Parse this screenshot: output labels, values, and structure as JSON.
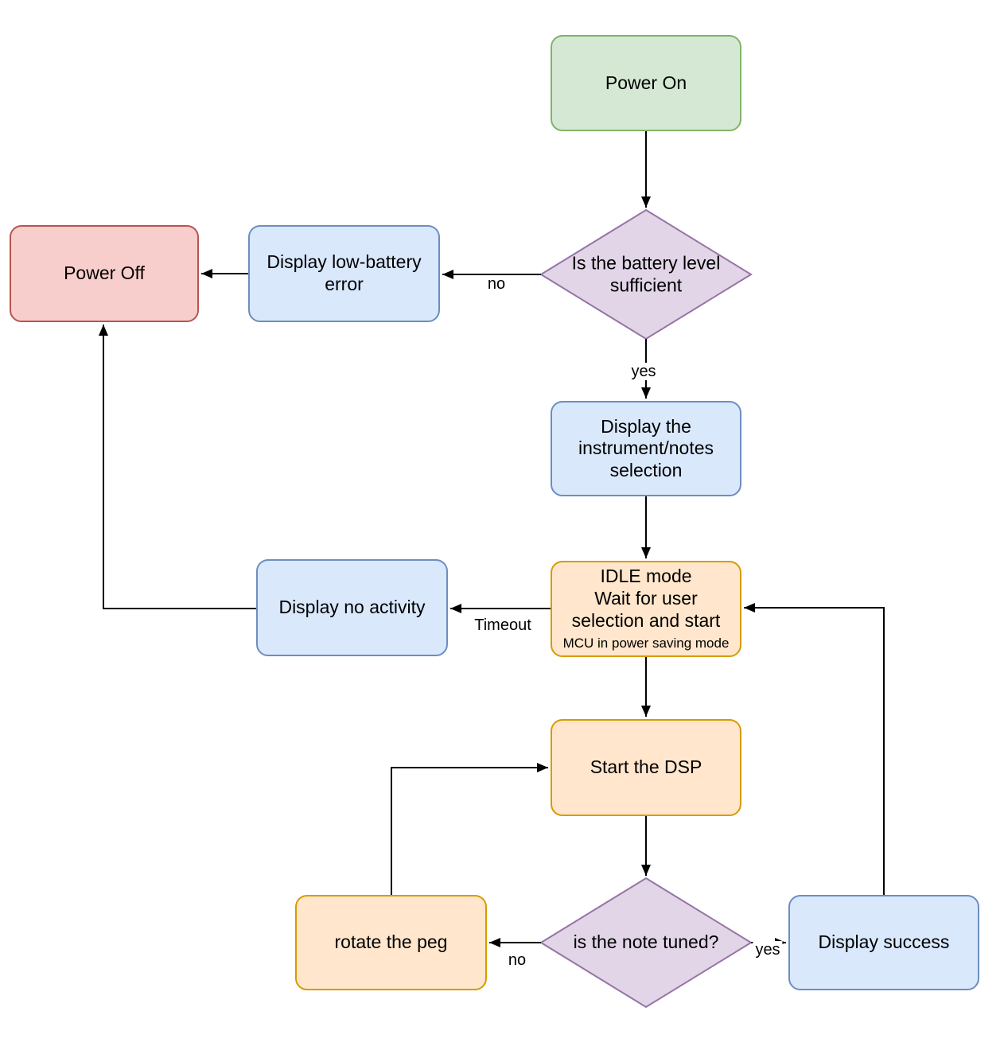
{
  "diagram": {
    "nodes": {
      "power_on": {
        "label": "Power On",
        "fill": "#d5e8d4",
        "stroke": "#82b366",
        "shape": "rounded-rect"
      },
      "battery_check": {
        "label": "Is the battery level sufficient",
        "fill": "#e1d5e7",
        "stroke": "#9673a6",
        "shape": "diamond"
      },
      "display_low_battery": {
        "label": "Display low-battery error",
        "fill": "#dae8fc",
        "stroke": "#6c8ebf",
        "shape": "rounded-rect"
      },
      "power_off": {
        "label": "Power Off",
        "fill": "#f8cecc",
        "stroke": "#b85450",
        "shape": "rounded-rect"
      },
      "display_selection": {
        "label": "Display the instrument/notes selection",
        "fill": "#dae8fc",
        "stroke": "#6c8ebf",
        "shape": "rounded-rect"
      },
      "idle_mode": {
        "line1": "IDLE mode",
        "line2": "Wait for user selection and start",
        "sub_label": "MCU in power saving mode",
        "fill": "#ffe6cc",
        "stroke": "#d79b00",
        "shape": "rounded-rect"
      },
      "display_no_activity": {
        "label": "Display no activity",
        "fill": "#dae8fc",
        "stroke": "#6c8ebf",
        "shape": "rounded-rect"
      },
      "start_dsp": {
        "label": "Start the DSP",
        "fill": "#ffe6cc",
        "stroke": "#d79b00",
        "shape": "rounded-rect"
      },
      "note_tuned_check": {
        "label": "is the note tuned?",
        "fill": "#e1d5e7",
        "stroke": "#9673a6",
        "shape": "diamond"
      },
      "rotate_peg": {
        "label": "rotate the peg",
        "fill": "#ffe6cc",
        "stroke": "#d79b00",
        "shape": "rounded-rect"
      },
      "display_success": {
        "label": "Display success",
        "fill": "#dae8fc",
        "stroke": "#6c8ebf",
        "shape": "rounded-rect"
      }
    },
    "edge_labels": {
      "battery_no": "no",
      "battery_yes": "yes",
      "timeout": "Timeout",
      "tuned_no": "no",
      "tuned_yes": "yes"
    },
    "colors": {
      "edge": "#000000",
      "text": "#000000",
      "background": "#ffffff"
    }
  }
}
